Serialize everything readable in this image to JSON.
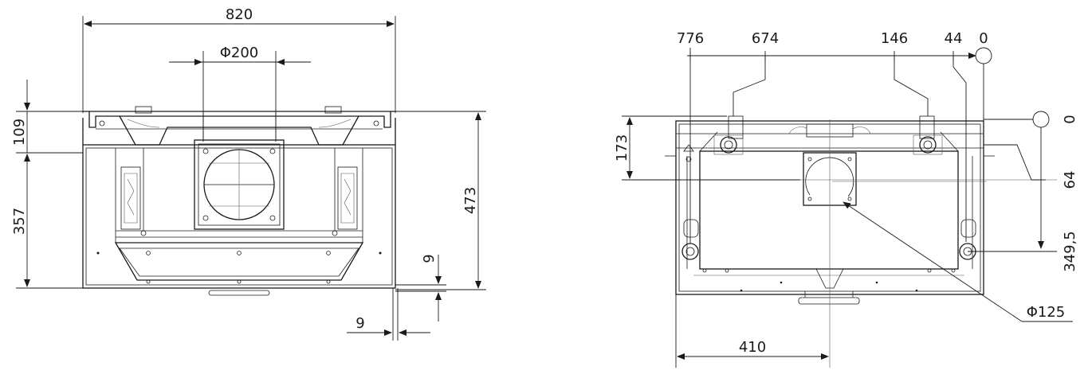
{
  "front_view": {
    "width_label": "820",
    "duct_diameter_label": "Φ200",
    "upper_height_label": "109",
    "lower_height_label": "357",
    "total_height_label": "473",
    "vertical_offset_label": "9",
    "horizontal_offset_label": "9"
  },
  "bottom_view": {
    "x_labels": [
      "776",
      "674",
      "146",
      "44",
      "0"
    ],
    "y_zero_label": "0",
    "y_64_label": "64",
    "y_349_label": "349,5",
    "left_height_label": "173",
    "width_center_label": "410",
    "duct_diameter_label": "Φ125"
  }
}
